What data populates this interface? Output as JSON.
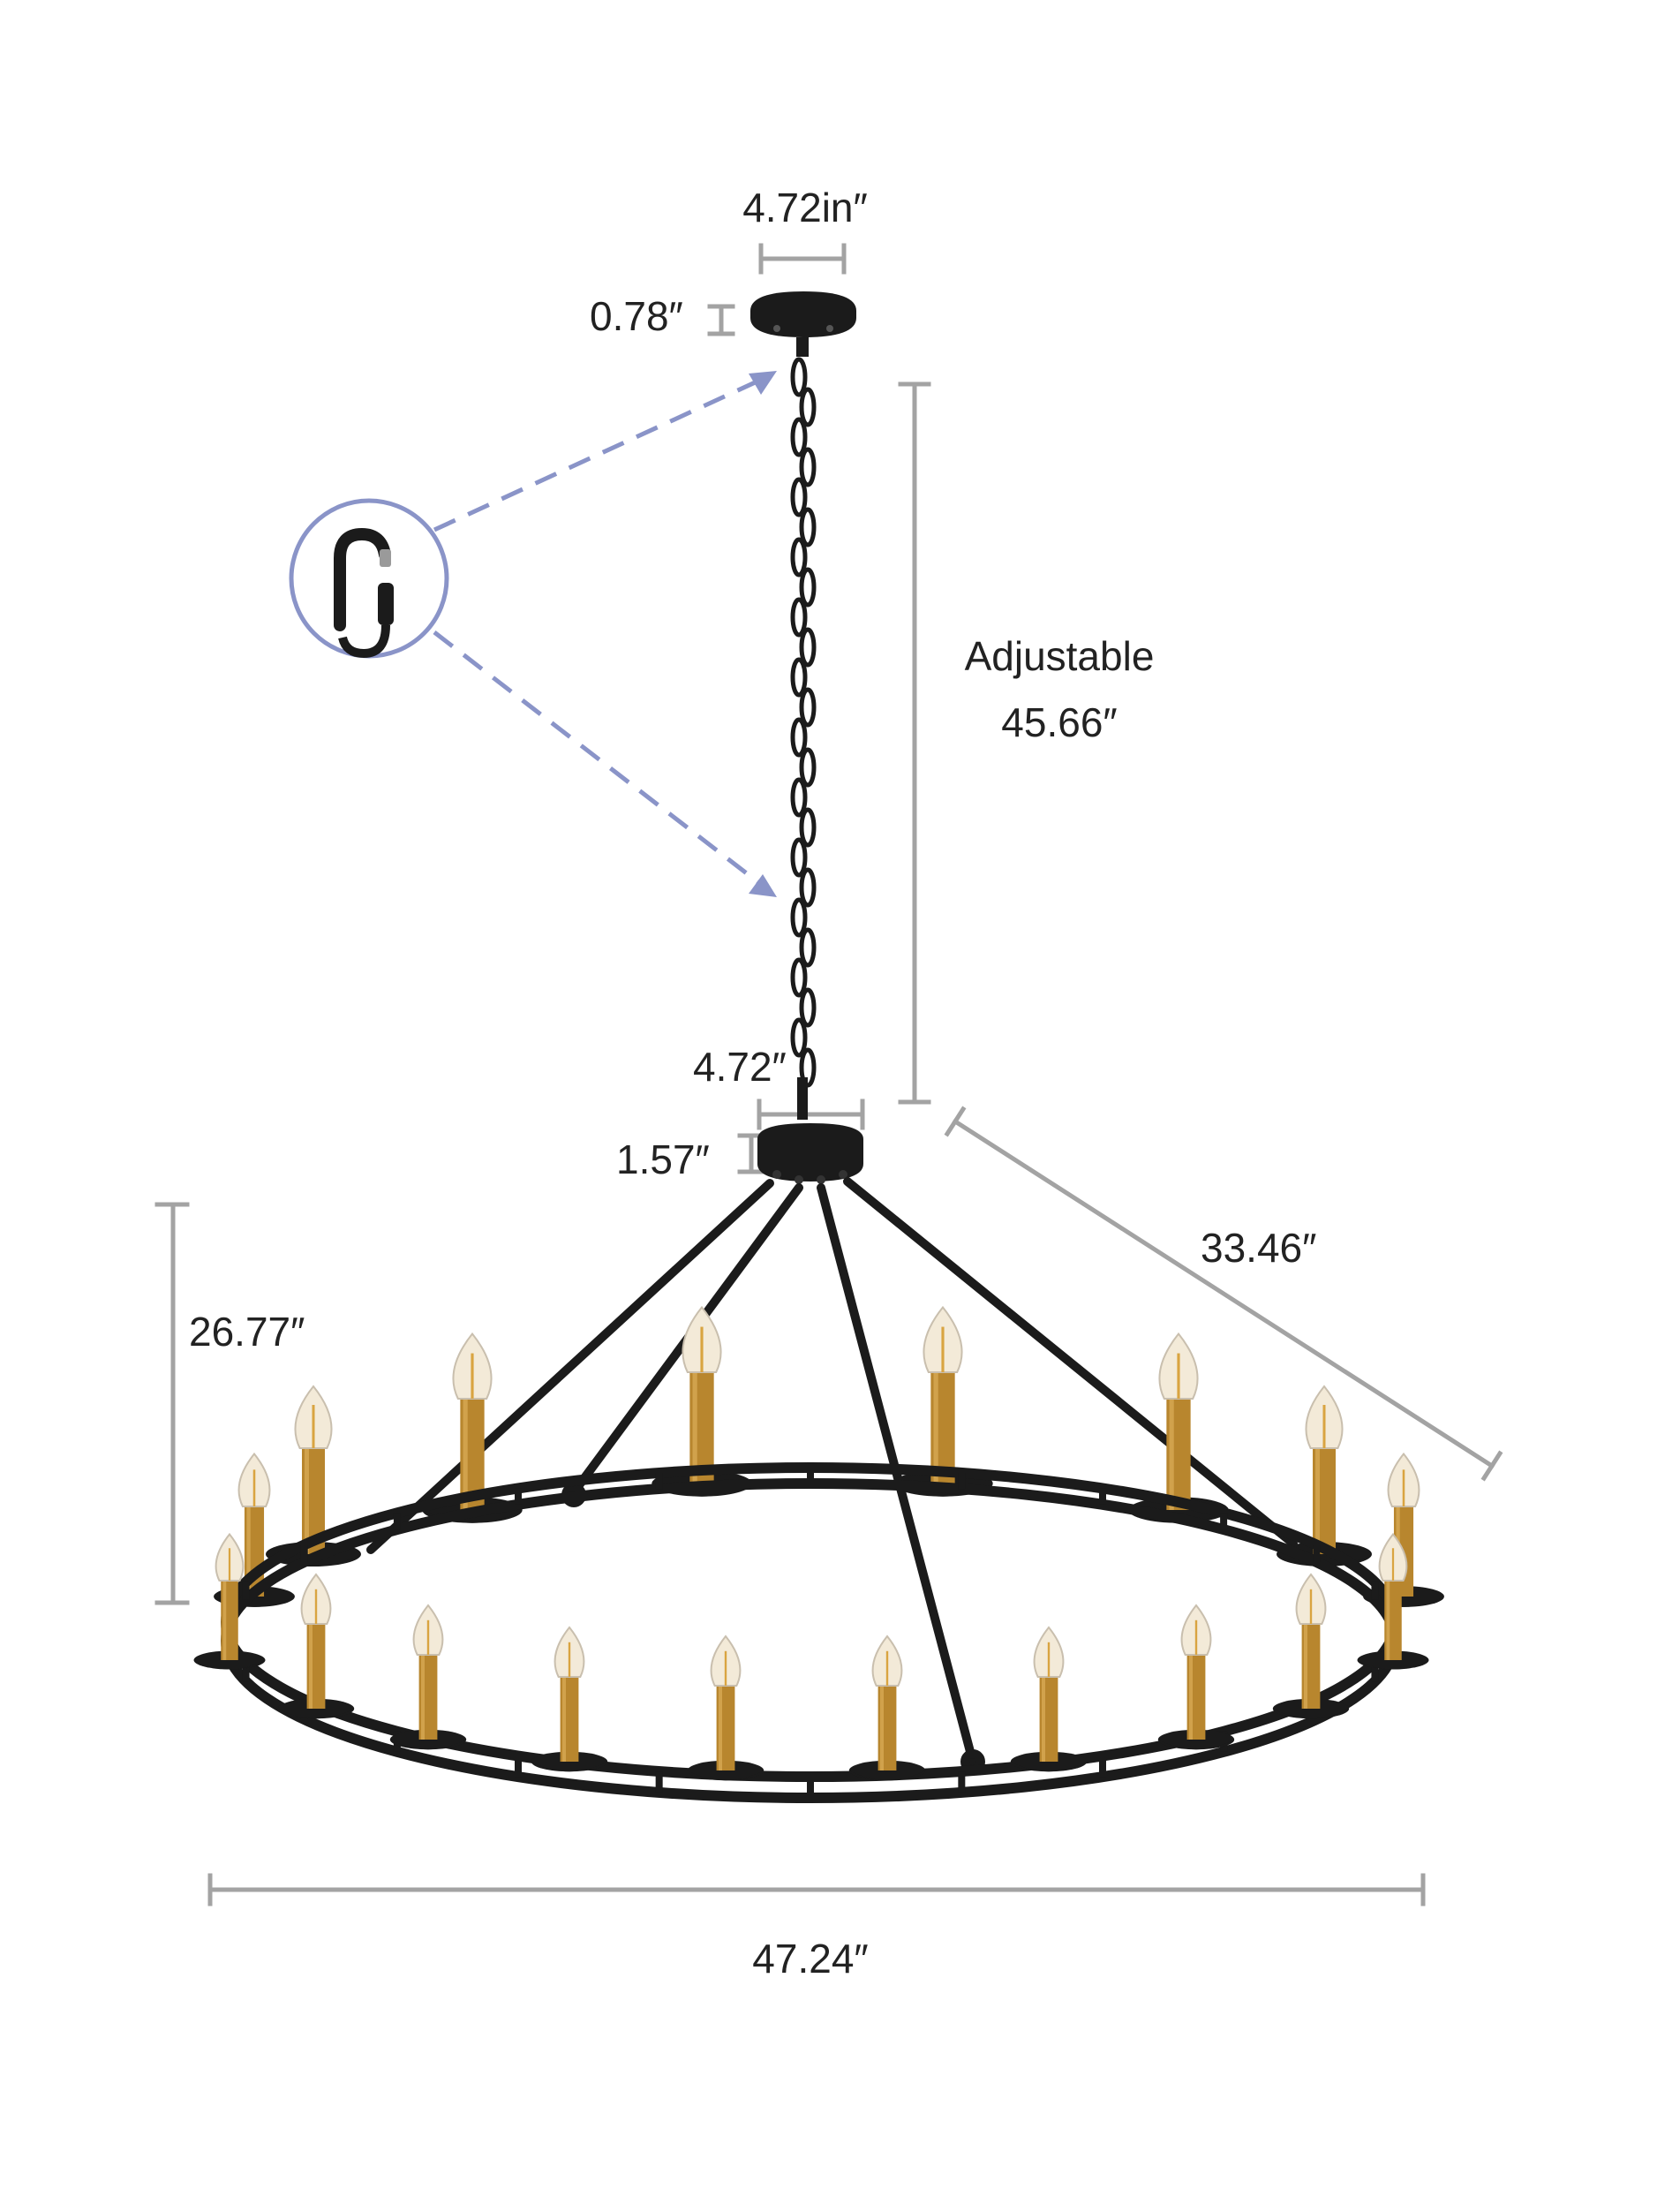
{
  "colors": {
    "dimension_line": "#a3a3a3",
    "callout": "#8a94c8",
    "metal": "#1b1b1b",
    "brass": "#b8862e",
    "bulb_glass": "#f3ead8",
    "filament": "#d9a441",
    "label_text": "#222222"
  },
  "icons": {
    "hook": "s-hook-icon"
  },
  "dimensions": {
    "canopy_diameter": "4.72in″",
    "canopy_height": "0.78″",
    "chain_length_caption": "Adjustable",
    "chain_length": "45.66″",
    "hub_diameter": "4.72″",
    "hub_height": "1.57″",
    "ring_depth": "33.46″",
    "fixture_height": "26.77″",
    "ring_diameter": "47.24″"
  }
}
